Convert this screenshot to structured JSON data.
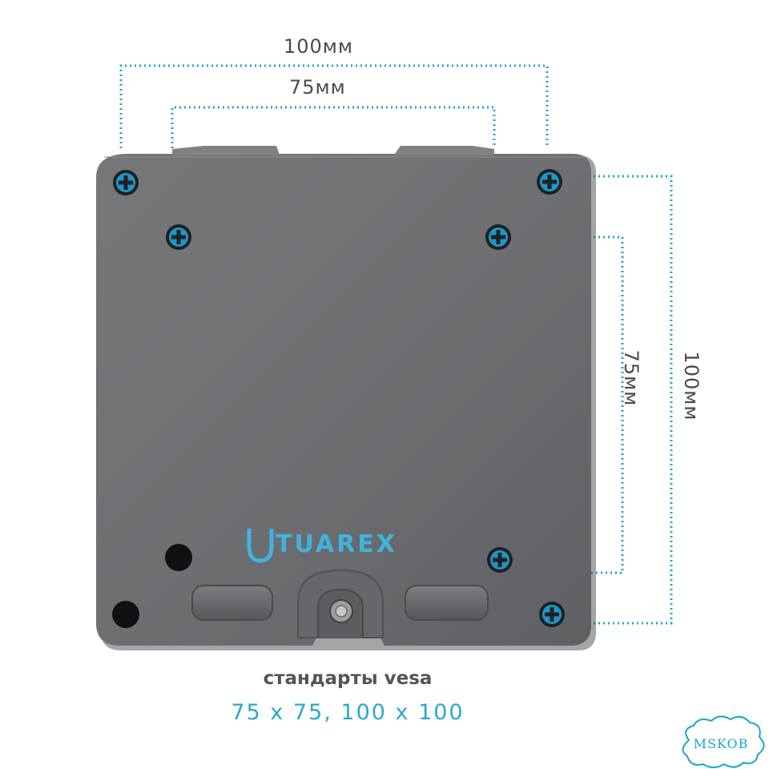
{
  "dimensions": {
    "top_outer": "100мм",
    "top_inner": "75мм",
    "side_outer": "100мм",
    "side_inner": "75мм"
  },
  "brand": {
    "logo_text": "TUAREX"
  },
  "caption": {
    "title": "стандарты vesa",
    "values": "75 x 75, 100 x 100"
  },
  "stamp": {
    "text": "MSKOB"
  },
  "colors": {
    "plate": "#6f7073",
    "accent": "#29aacd",
    "screw": "#1e96c6"
  }
}
